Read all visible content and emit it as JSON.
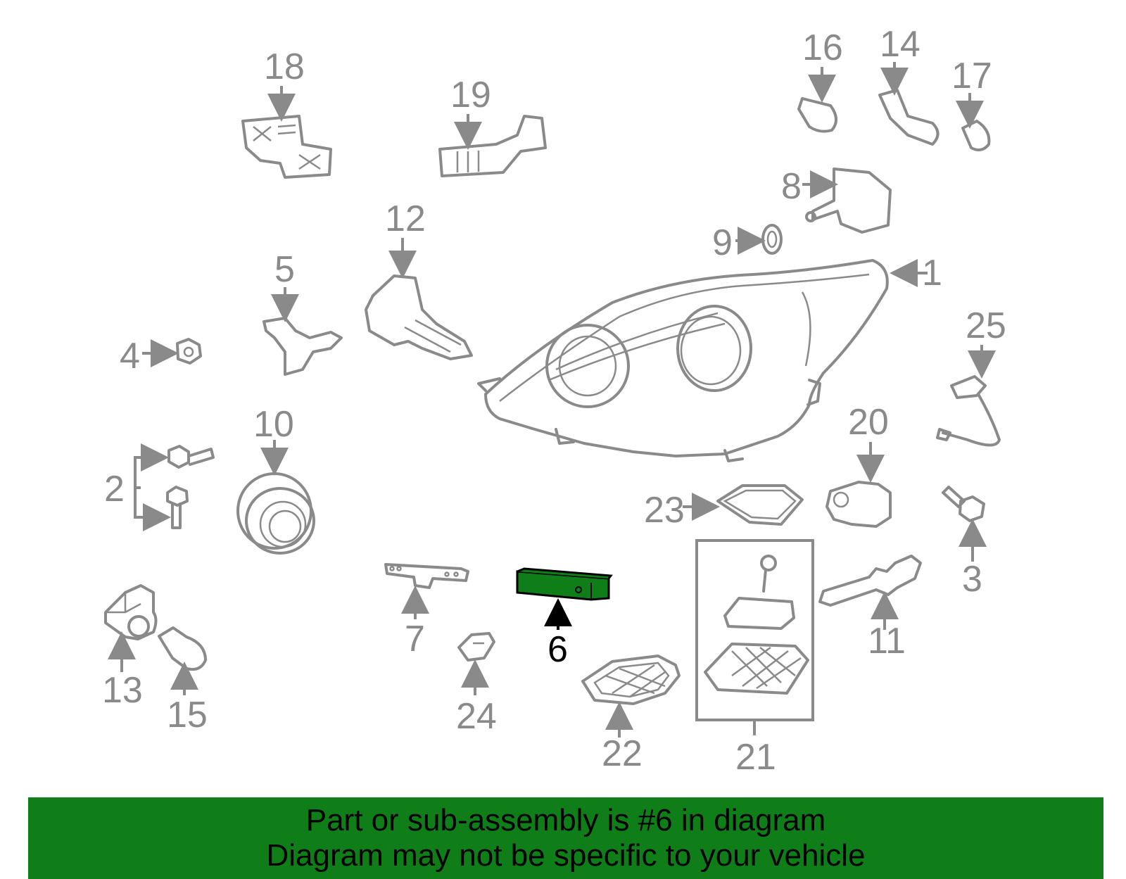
{
  "diagram": {
    "highlighted_part": "6",
    "colors": {
      "part_stroke": "#8a8a8a",
      "highlight_fill": "#0f7d18",
      "highlight_label": "#000000",
      "banner_background": "#0f7d18"
    },
    "labels": {
      "p1": "1",
      "p2": "2",
      "p3": "3",
      "p4": "4",
      "p5": "5",
      "p6": "6",
      "p7": "7",
      "p8": "8",
      "p9": "9",
      "p10": "10",
      "p11": "11",
      "p12": "12",
      "p13": "13",
      "p14": "14",
      "p15": "15",
      "p16": "16",
      "p17": "17",
      "p18": "18",
      "p19": "19",
      "p20": "20",
      "p21": "21",
      "p22": "22",
      "p23": "23",
      "p24": "24",
      "p25": "25"
    }
  },
  "banner": {
    "line1": "Part or sub-assembly is #6 in diagram",
    "line2": "Diagram may not be specific to your vehicle"
  }
}
